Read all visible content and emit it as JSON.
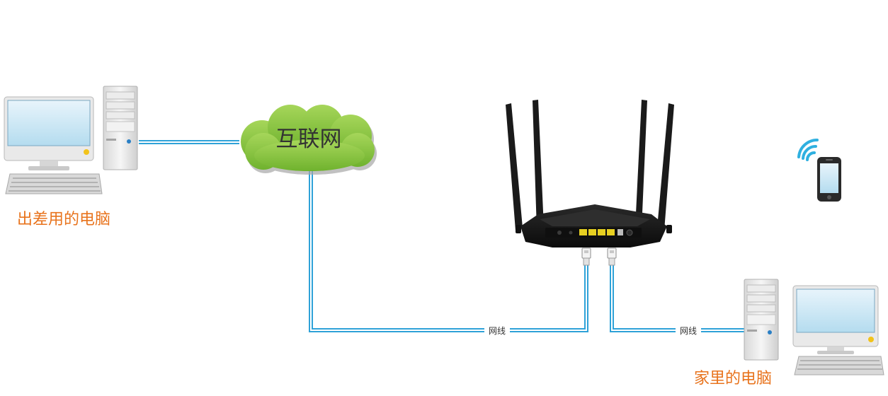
{
  "labels": {
    "travel_pc": "出差用的电脑",
    "home_pc": "家里的电脑",
    "internet": "互联网",
    "cable_left": "网线",
    "cable_right": "网线"
  },
  "colors": {
    "cable": "#2fa2d8",
    "cloud": "#8dc63f",
    "label": "#e8731c",
    "router": "#141414",
    "lan_port": "#e7d021"
  },
  "icons": {
    "router": "router-icon",
    "phone": "smartphone-icon",
    "wifi": "wifi-signal-icon"
  }
}
